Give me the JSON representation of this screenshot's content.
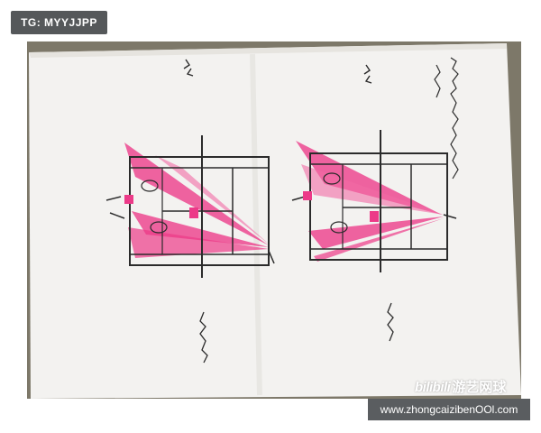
{
  "watermark": {
    "tg_text": "TG: MYYJJPP",
    "bili_brand": "bilibili",
    "bili_title": "游艺网球",
    "url_text": "www.zhongcaizibenOOl.com"
  },
  "colors": {
    "pink": "#ec3a88",
    "ink": "#2b2b2b",
    "paper": "#f4f3f1",
    "backdrop": "#8b8578"
  },
  "photo": {
    "subject": "hand-drawn tennis court tactics sketch on paper"
  }
}
